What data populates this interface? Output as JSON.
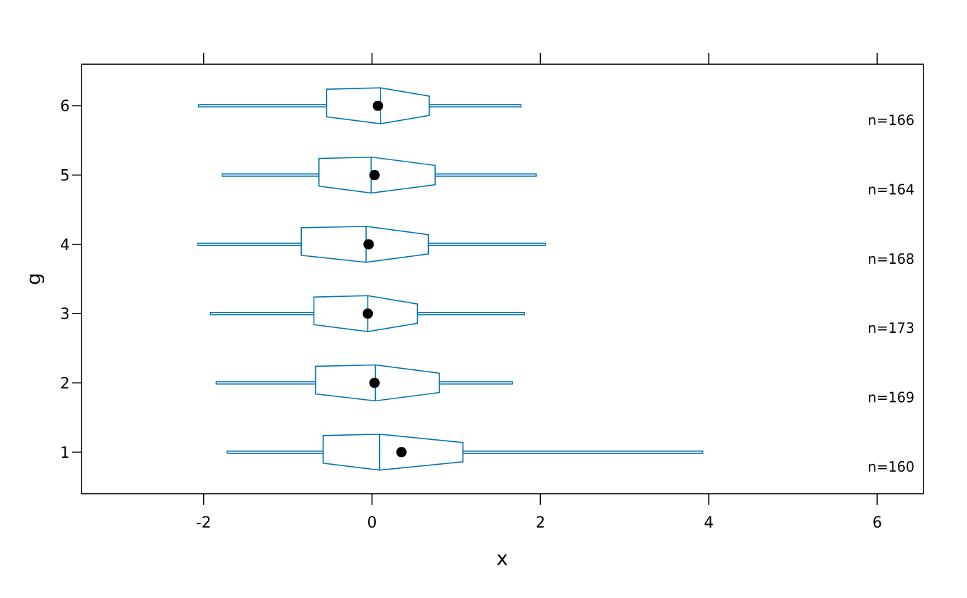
{
  "chart_data": {
    "type": "box",
    "orientation": "horizontal",
    "variant": "notched box with mean marker",
    "xlabel": "x",
    "ylabel": "g",
    "xlim": [
      -3.45,
      6.55
    ],
    "ylim": [
      0.4,
      6.6
    ],
    "xticks": [
      -2,
      0,
      2,
      4,
      6
    ],
    "xtick_labels": [
      "-2",
      "0",
      "2",
      "4",
      "6"
    ],
    "grid": false,
    "legend": "none",
    "colors": {
      "box": "#0072B2",
      "mean_marker": "#000000"
    },
    "groups": [
      {
        "label": "1",
        "min": -1.72,
        "q1": -0.58,
        "median": 0.09,
        "q3": 1.08,
        "max": 3.93,
        "mean": 0.35,
        "n_label": "n=160"
      },
      {
        "label": "2",
        "min": -1.85,
        "q1": -0.67,
        "median": 0.04,
        "q3": 0.8,
        "max": 1.67,
        "mean": 0.03,
        "n_label": "n=169"
      },
      {
        "label": "3",
        "min": -1.92,
        "q1": -0.69,
        "median": -0.05,
        "q3": 0.54,
        "max": 1.81,
        "mean": -0.05,
        "n_label": "n=173"
      },
      {
        "label": "4",
        "min": -2.07,
        "q1": -0.84,
        "median": -0.07,
        "q3": 0.67,
        "max": 2.06,
        "mean": -0.04,
        "n_label": "n=168"
      },
      {
        "label": "5",
        "min": -1.78,
        "q1": -0.63,
        "median": -0.01,
        "q3": 0.75,
        "max": 1.95,
        "mean": 0.03,
        "n_label": "n=164"
      },
      {
        "label": "6",
        "min": -2.06,
        "q1": -0.54,
        "median": 0.1,
        "q3": 0.68,
        "max": 1.77,
        "mean": 0.07,
        "n_label": "n=166"
      }
    ]
  }
}
